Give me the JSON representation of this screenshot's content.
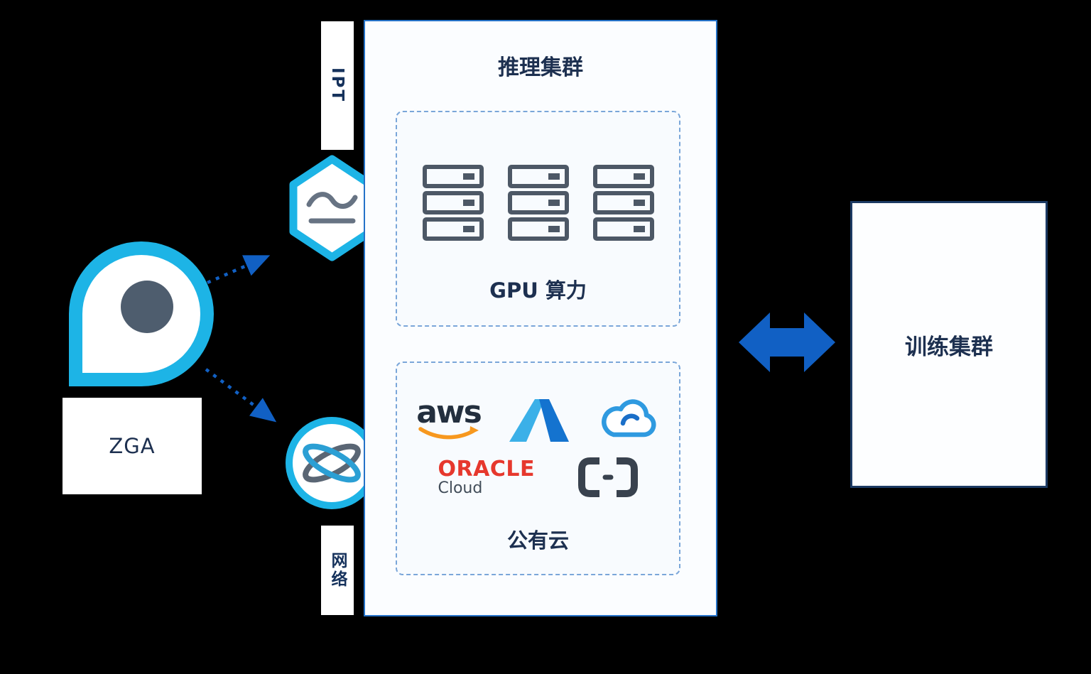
{
  "diagram": {
    "zga": {
      "label": "ZGA"
    },
    "ipt_strip": {
      "label": "IPT"
    },
    "network_strip": {
      "label": "网络"
    },
    "inference_cluster": {
      "title": "推理集群",
      "gpu_group": {
        "label": "GPU 算力",
        "server_count": 3
      },
      "public_cloud_group": {
        "label": "公有云",
        "providers": [
          "aws",
          "azure",
          "tencent-cloud",
          "oracle-cloud",
          "bracket-cloud"
        ]
      }
    },
    "training_cluster": {
      "label": "训练集群"
    },
    "logos": {
      "aws": {
        "text": "aws"
      },
      "oracle": {
        "text": "ORACLE",
        "subtext": "Cloud"
      }
    },
    "colors": {
      "background": "#000000",
      "teal": "#1db4e6",
      "blue": "#1160c4",
      "navy": "#1d3050",
      "panel_border": "#2472c8",
      "dashed_border": "#7aa6d9",
      "panel": "#fbfdff",
      "server_gray": "#4d5866",
      "aws_orange": "#f7981e",
      "azure_blue_light": "#3bb0e8",
      "azure_blue_dark": "#1473cf",
      "tencent_blue": "#2f9ae0",
      "oracle_red": "#e6382d",
      "bracket_gray": "#39424e"
    }
  }
}
